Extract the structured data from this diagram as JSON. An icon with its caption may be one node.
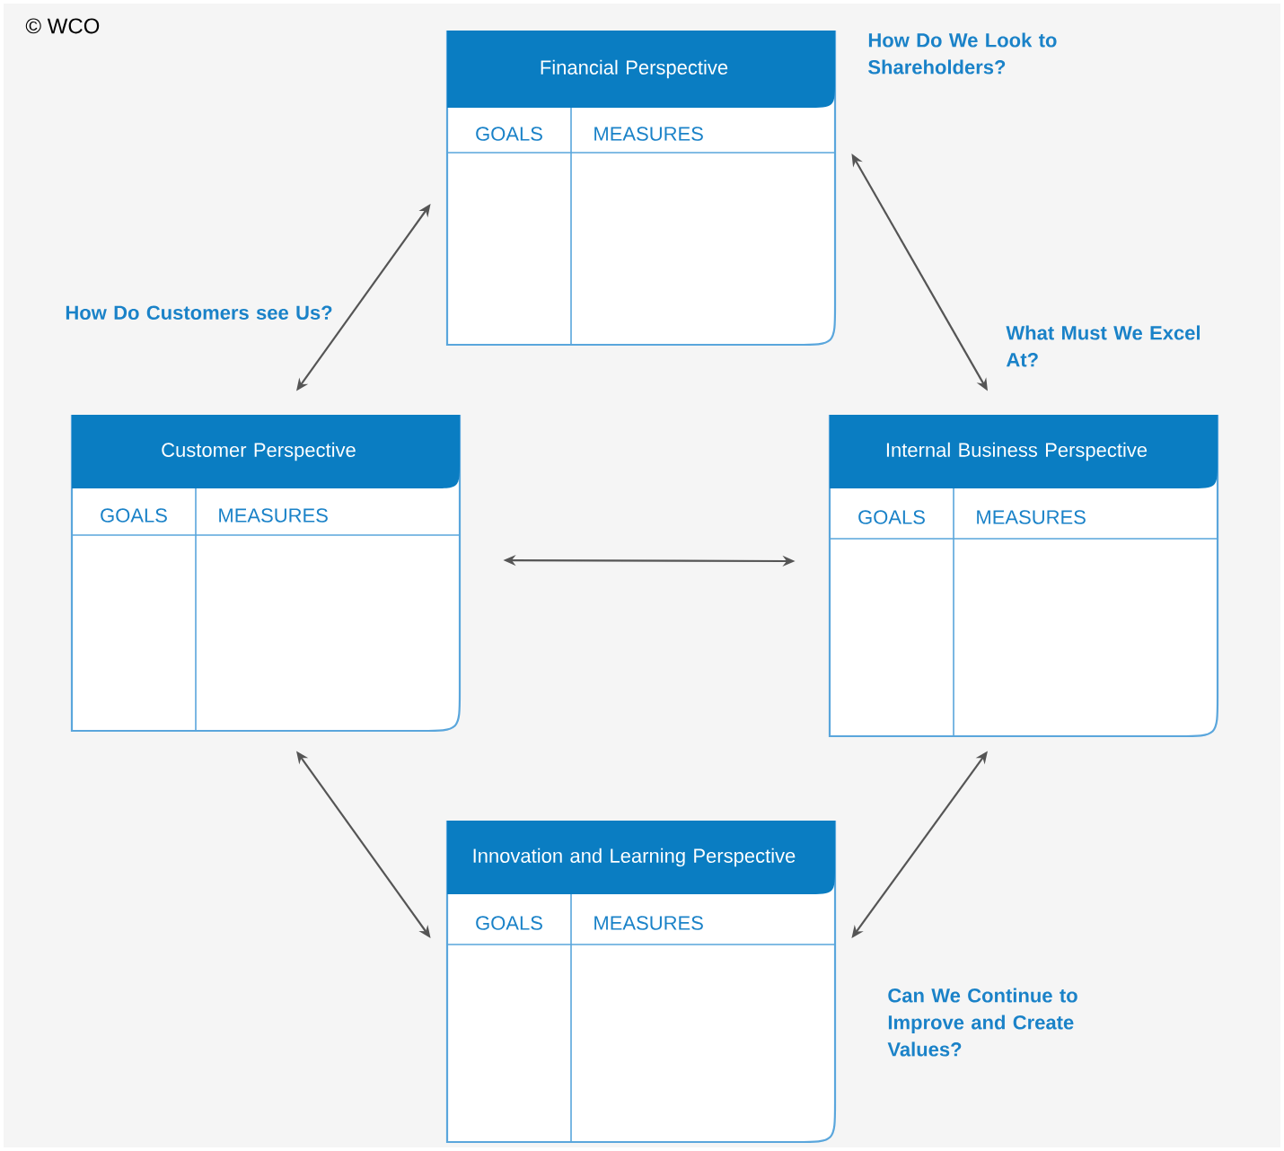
{
  "diagram": {
    "nodes": [
      {
        "text": [
          "Financial Perspective",
          "GOALS",
          "MEASURES"
        ]
      },
      {
        "text": [
          "Customer Perspective",
          "GOALS",
          "MEASURES"
        ]
      },
      {
        "text": [
          "Internal Business Perspective",
          "GOALS",
          "MEASURES"
        ]
      },
      {
        "text": [
          "Innovation and Learning Perspective",
          "GOALS",
          "MEASURES"
        ]
      }
    ],
    "edges": [
      {
        "from": 0,
        "to": 1,
        "arrow": "both"
      },
      {
        "from": 0,
        "to": 2,
        "arrow": "both"
      },
      {
        "from": 1,
        "to": 2,
        "arrow": "both"
      },
      {
        "from": 1,
        "to": 3,
        "arrow": "both"
      },
      {
        "from": 2,
        "to": 3,
        "arrow": "both"
      }
    ],
    "labels": [
      "© WCO",
      "How Do We Look to Shareholders?",
      "How Do Customers see Us?",
      "What Must We Excel At?",
      "Can We Continue to Improve and Create Values?"
    ]
  }
}
